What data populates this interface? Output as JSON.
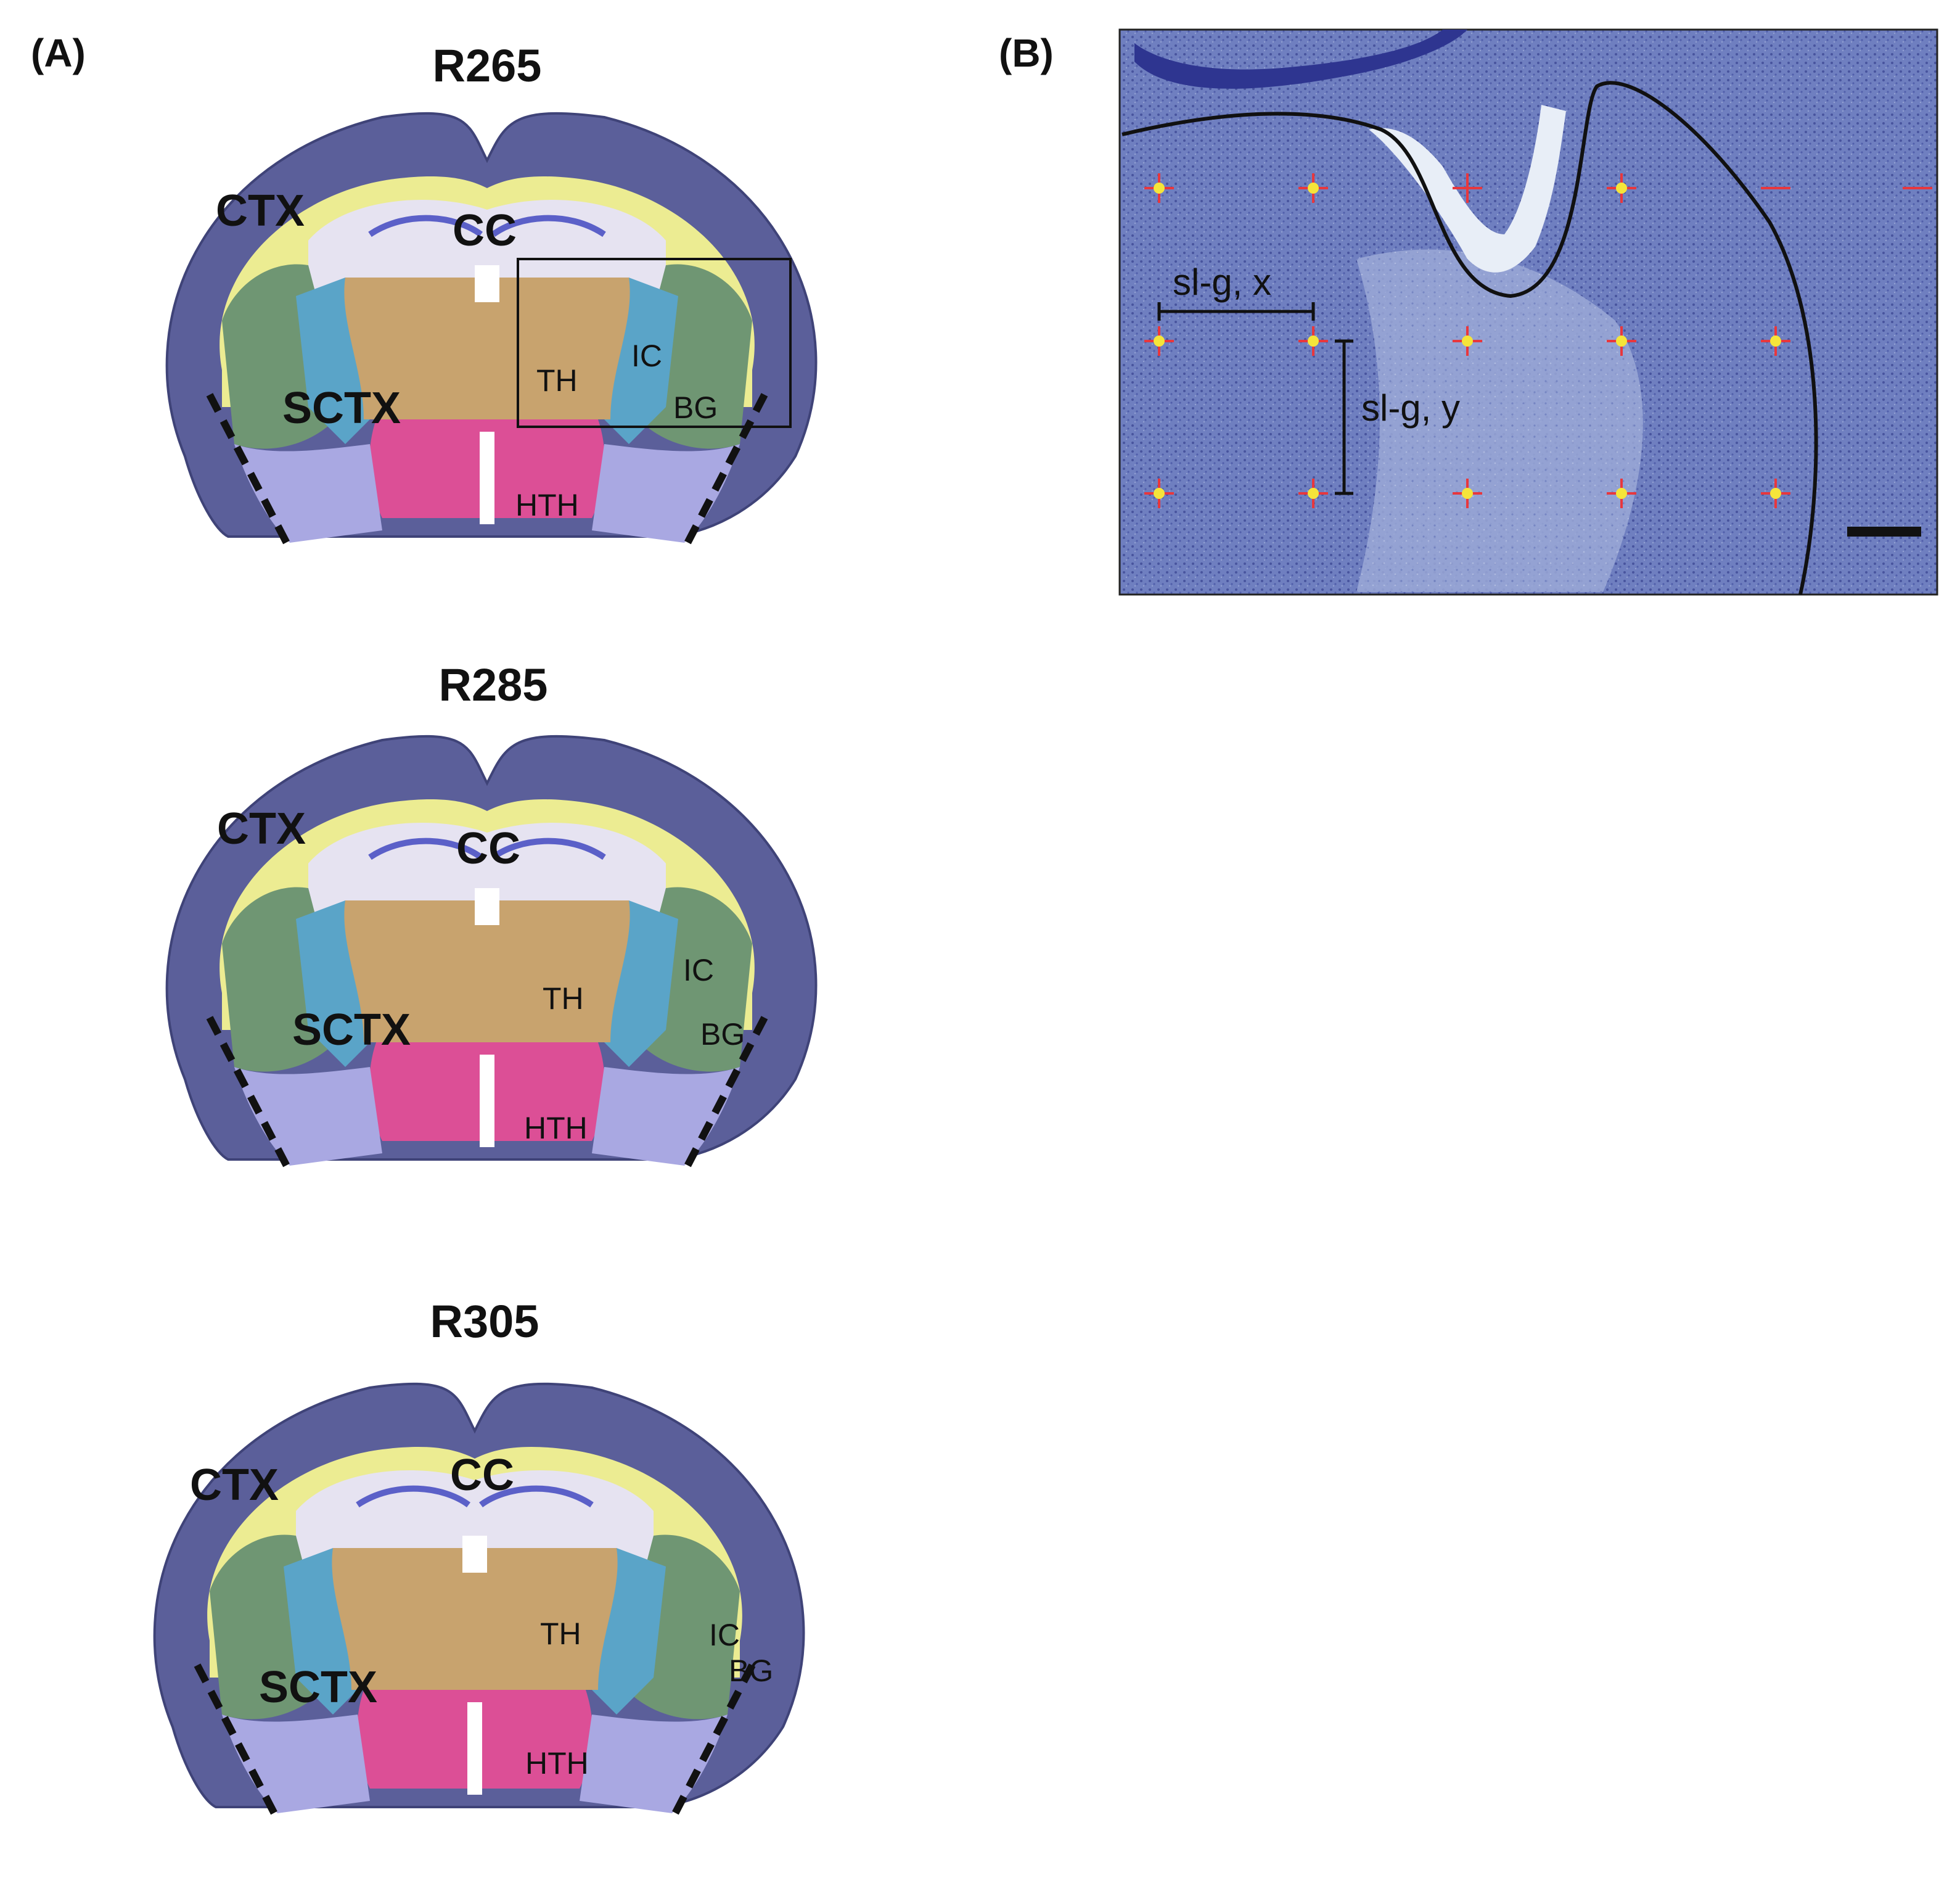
{
  "figure": {
    "panel_labels": {
      "a": "(A)",
      "b": "(B)"
    },
    "sections": [
      {
        "title": "R265",
        "labels": {
          "ctx": "CTX",
          "cc": "CC",
          "sctx": "SCTX",
          "th": "TH",
          "ic": "IC",
          "bg": "BG",
          "hth": "HTH"
        }
      },
      {
        "title": "R285",
        "labels": {
          "ctx": "CTX",
          "cc": "CC",
          "sctx": "SCTX",
          "th": "TH",
          "ic": "IC",
          "bg": "BG",
          "hth": "HTH"
        }
      },
      {
        "title": "R305",
        "labels": {
          "ctx": "CTX",
          "cc": "CC",
          "sctx": "SCTX",
          "th": "TH",
          "ic": "IC",
          "bg": "BG",
          "hth": "HTH"
        }
      }
    ],
    "micrograph": {
      "measure_x": "sl-g, x",
      "measure_y": "sl-g, y"
    },
    "colors": {
      "cortex": "#5b5f9a",
      "corpus_callosum": "#ecec92",
      "hippocampus": "#e6e3f1",
      "thalamus": "#c8a36e",
      "internal_capsule": "#5aa4c8",
      "basal_ganglia": "#6f9673",
      "hypothalamus": "#dc4f96",
      "ventral_tissue": "#a9a8e2",
      "stain_background": "#7d8cc4",
      "grid_marker": "#e8373d",
      "marker_hit": "#f5e53a"
    }
  }
}
